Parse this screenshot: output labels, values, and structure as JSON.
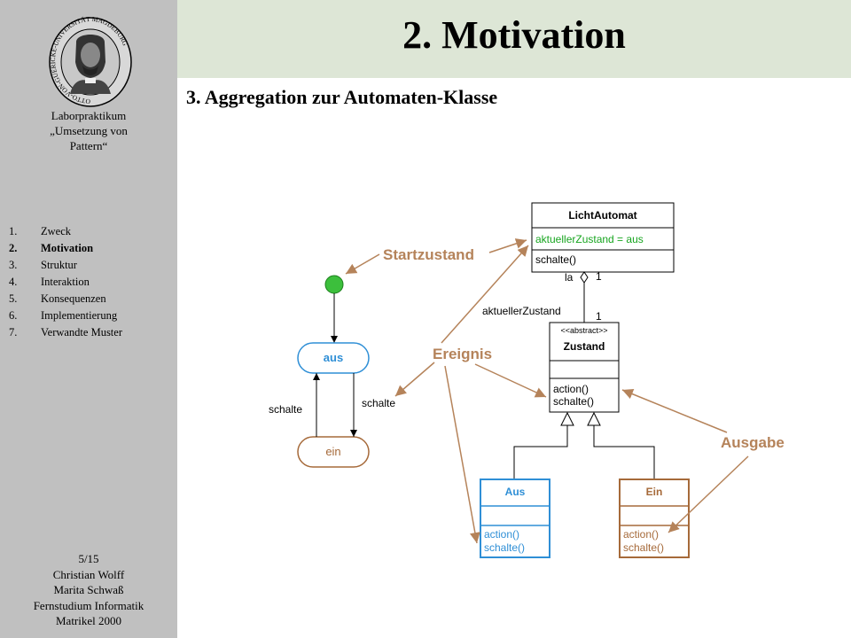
{
  "sidebar": {
    "logo": {
      "ring_text": "OTTO-VON-GUERICKE-UNIVERSITÄT MAGDEBURG"
    },
    "course": [
      "Laborpraktikum",
      "„Umsetzung von",
      "Pattern“"
    ],
    "nav": [
      {
        "num": "1.",
        "label": "Zweck"
      },
      {
        "num": "2.",
        "label": "Motivation"
      },
      {
        "num": "3.",
        "label": "Struktur"
      },
      {
        "num": "4.",
        "label": "Interaktion"
      },
      {
        "num": "5.",
        "label": "Konsequenzen"
      },
      {
        "num": "6.",
        "label": "Implementierung"
      },
      {
        "num": "7.",
        "label": "Verwandte Muster"
      }
    ],
    "footer": [
      "5/15",
      "Christian Wolff",
      "Marita Schwaß",
      "Fernstudium Informatik",
      "Matrikel  2000"
    ]
  },
  "header": {
    "title": "2. Motivation"
  },
  "content": {
    "subtitle": "3. Aggregation zur Automaten-Klasse"
  },
  "diagram": {
    "lichtautomat": {
      "name": "LichtAutomat",
      "attribute": "aktuellerZustand = aus",
      "method": "schalte()"
    },
    "association": {
      "role_la": "la",
      "mult_top": "1",
      "role_zustand": "aktuellerZustand",
      "mult_bottom": "1"
    },
    "zustand": {
      "stereotype": "<<abstract>>",
      "name": "Zustand",
      "methods": [
        "action()",
        "schalte()"
      ]
    },
    "aus": {
      "name": "Aus",
      "methods": [
        "action()",
        "schalte()"
      ]
    },
    "ein": {
      "name": "Ein",
      "methods": [
        "action()",
        "schalte()"
      ]
    },
    "states": {
      "aus": "aus",
      "ein": "ein",
      "trans_left": "schalte",
      "trans_right": "schalte"
    },
    "callouts": {
      "startzustand": "Startzustand",
      "ereignis": "Ereignis",
      "ausgabe": "Ausgabe"
    },
    "colors": {
      "callout": "#b5835a",
      "aus_blue": "#2f8fd6",
      "ein_brown": "#a66a3a",
      "green": "#17a51f",
      "start_node": "#3cbf3c"
    }
  }
}
